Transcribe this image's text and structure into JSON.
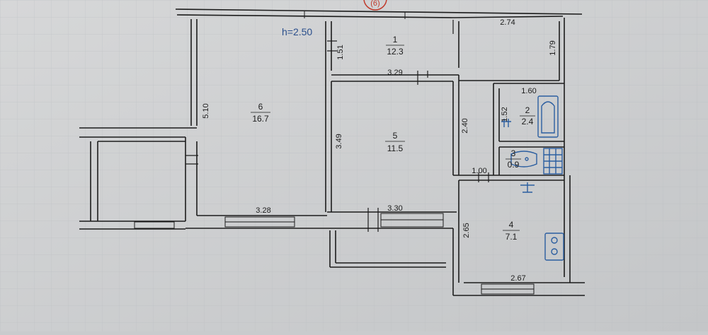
{
  "plan": {
    "ceiling_height": "h=2.50",
    "axis_marker": "(6)",
    "rooms": [
      {
        "number": "1",
        "area": "12.3"
      },
      {
        "number": "2",
        "area": "2.4"
      },
      {
        "number": "3",
        "area": "0.9"
      },
      {
        "number": "4",
        "area": "7.1"
      },
      {
        "number": "5",
        "area": "11.5"
      },
      {
        "number": "6",
        "area": "16.7"
      }
    ],
    "dimensions": {
      "corridor_top": "2.74",
      "corridor_right": "1.79",
      "hall_height": "1.51",
      "hall_bottom": "3.29",
      "room6_height": "5.10",
      "room5_height": "3.49",
      "corridor_left": "2.40",
      "bath_width": "1.60",
      "bath_height": "1.52",
      "hall_lower": "1.00",
      "room6_bottom": "3.28",
      "room5_bottom": "3.30",
      "kitchen_height": "2.65",
      "kitchen_bottom": "2.67"
    },
    "colors": {
      "paper": "#d2d3d4",
      "ink": "#1c1c1c",
      "blue_ink": "#2b5ea0",
      "marker_red": "#c0392b"
    }
  }
}
